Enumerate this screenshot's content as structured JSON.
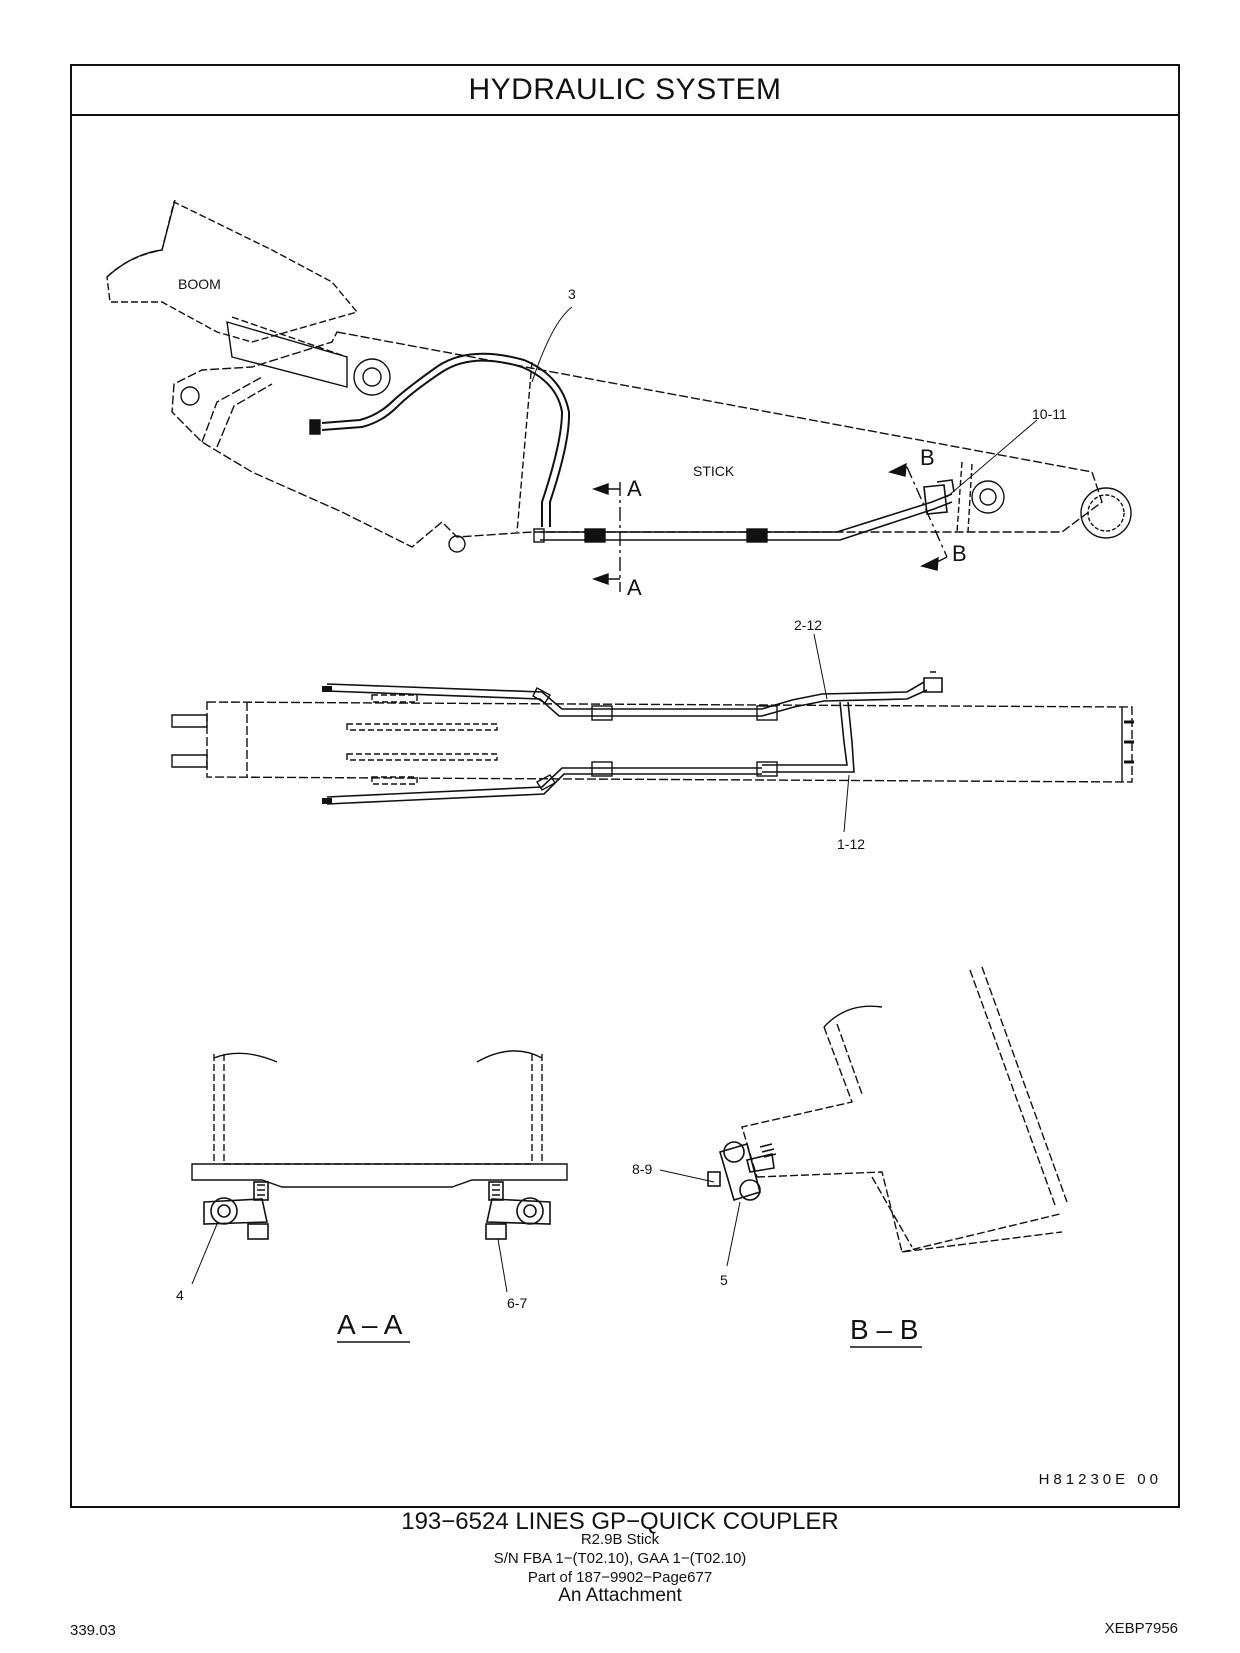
{
  "header": {
    "title": "HYDRAULIC  SYSTEM"
  },
  "labels": {
    "boom": "BOOM",
    "stick": "STICK",
    "item_3": "3",
    "item_10_11": "10-11",
    "item_2_12": "2-12",
    "item_1_12": "1-12",
    "item_8_9": "8-9",
    "item_5": "5",
    "item_4": "4",
    "item_6_7": "6-7",
    "section_a": "A",
    "section_b": "B",
    "view_aa": "A – A",
    "view_bb": "B – B"
  },
  "drawing_ref": "H81230E   00",
  "footer": {
    "part_title": "193−6524  LINES  GP−QUICK  COUPLER",
    "stick": "R2.9B  Stick",
    "serial": "S/N FBA 1−(T02.10), GAA 1−(T02.10)",
    "part_of": "Part of 187−9902−Page677",
    "attachment": "An Attachment",
    "page_left": "339.03",
    "page_right": "XEBP7956"
  }
}
